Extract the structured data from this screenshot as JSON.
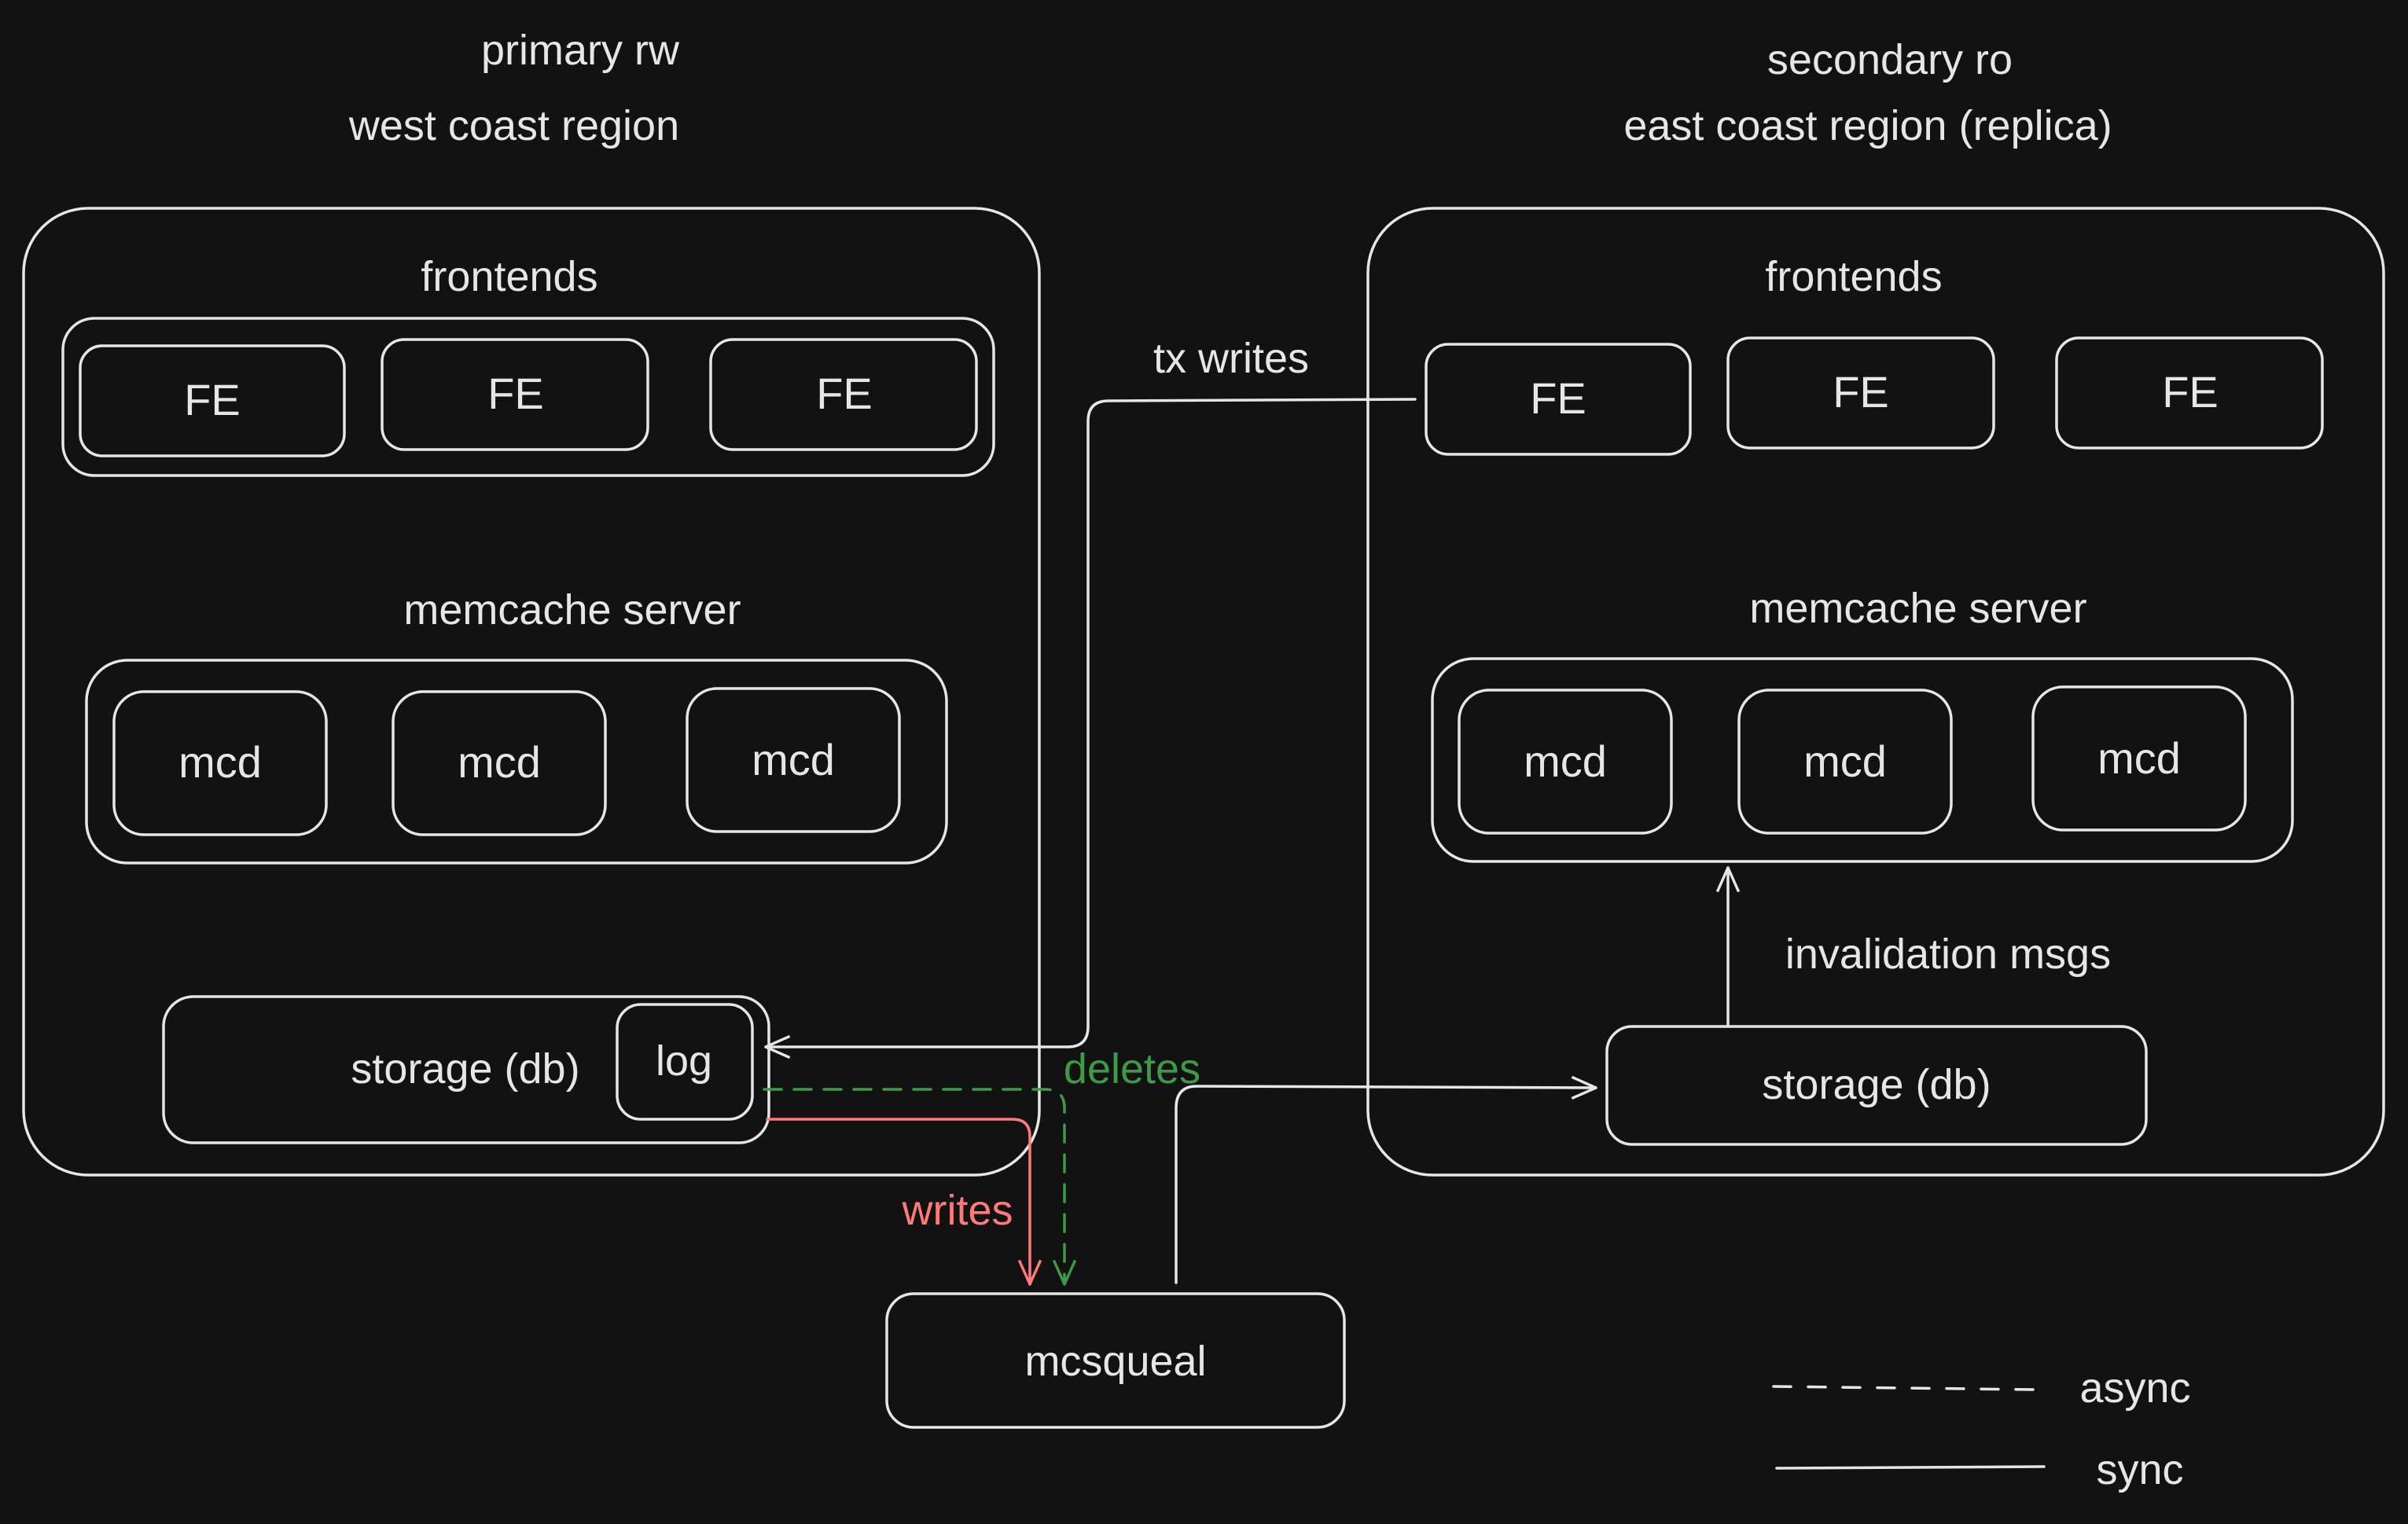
{
  "colors": {
    "background": "#121212",
    "stroke": "#e6e6e6",
    "text": "#e6e6e6",
    "writes": "#ff7b7b",
    "deletes": "#3b9c45"
  },
  "primary": {
    "title": "primary rw",
    "subtitle": "west coast region",
    "frontends_label": "frontends",
    "frontends": [
      "FE",
      "FE",
      "FE"
    ],
    "memcache_label": "memcache server",
    "mcds": [
      "mcd",
      "mcd",
      "mcd"
    ],
    "storage_label": "storage (db)",
    "log_label": "log"
  },
  "secondary": {
    "title": "secondary ro",
    "subtitle": "east coast region (replica)",
    "frontends_label": "frontends",
    "frontends": [
      "FE",
      "FE",
      "FE"
    ],
    "memcache_label": "memcache server",
    "mcds": [
      "mcd",
      "mcd",
      "mcd"
    ],
    "storage_label": "storage (db)"
  },
  "edges": {
    "tx_writes": "tx writes",
    "deletes": "deletes",
    "writes": "writes",
    "invalidation": "invalidation msgs"
  },
  "mcsqueal": {
    "label": "mcsqueal"
  },
  "legend": {
    "async": "async",
    "sync": "sync"
  }
}
